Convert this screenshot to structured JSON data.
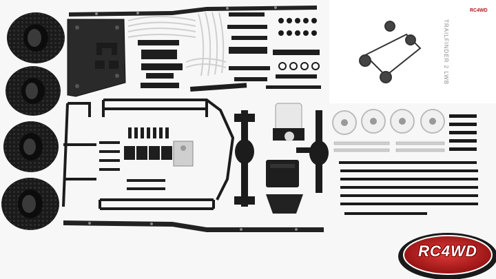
{
  "scene": {
    "description_colors": {
      "background": "#f7f7f7",
      "parts": "#1e1e1e",
      "aluminum": "#d6d6d6",
      "logo_red": "#c41a1a"
    }
  },
  "manual": {
    "title": "TRAILFINDER 2 LWB",
    "brand": "RC4WD"
  },
  "logo": {
    "text": "RC4WD"
  }
}
